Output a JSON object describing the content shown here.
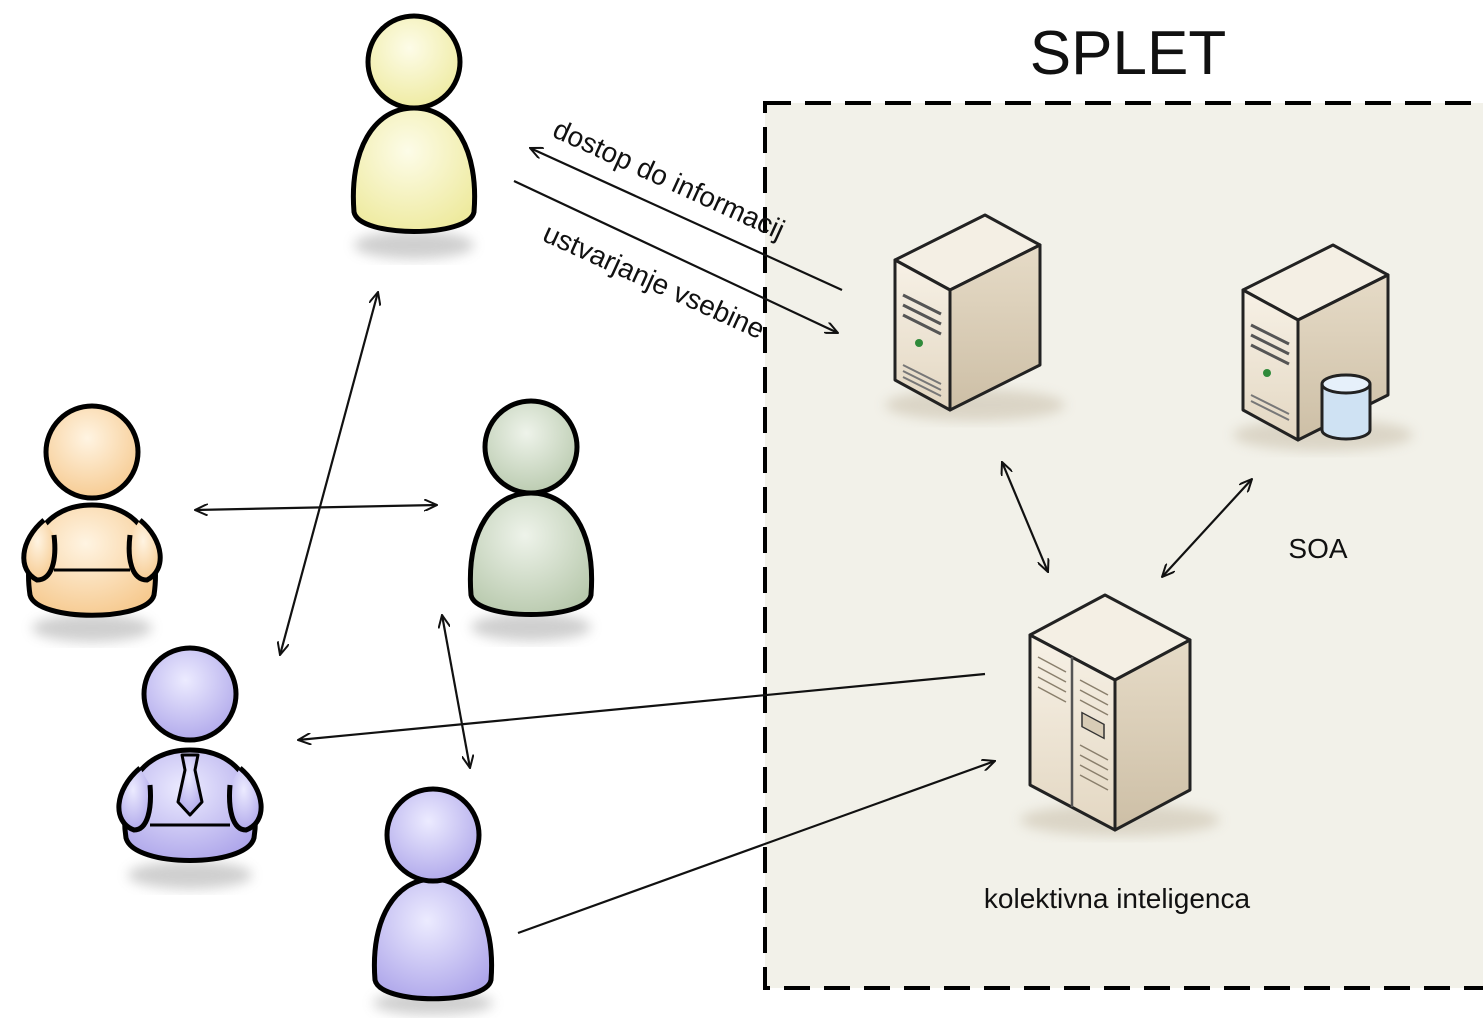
{
  "diagram": {
    "title": "SPLET",
    "edges": {
      "access": "dostop do informacij",
      "creation": "ustvarjanje vsebine"
    },
    "nodes": {
      "soa": "SOA",
      "collective": "kolektivna inteligenca"
    },
    "colors": {
      "web_panel": "#f2f1e9",
      "person_yellow": "#f5f2b8",
      "person_orange": "#fbdcb0",
      "person_green": "#d5e0cc",
      "person_violet": "#cbc6f2",
      "server_body": "#e6dccb",
      "database": "#cfe2f3"
    }
  }
}
